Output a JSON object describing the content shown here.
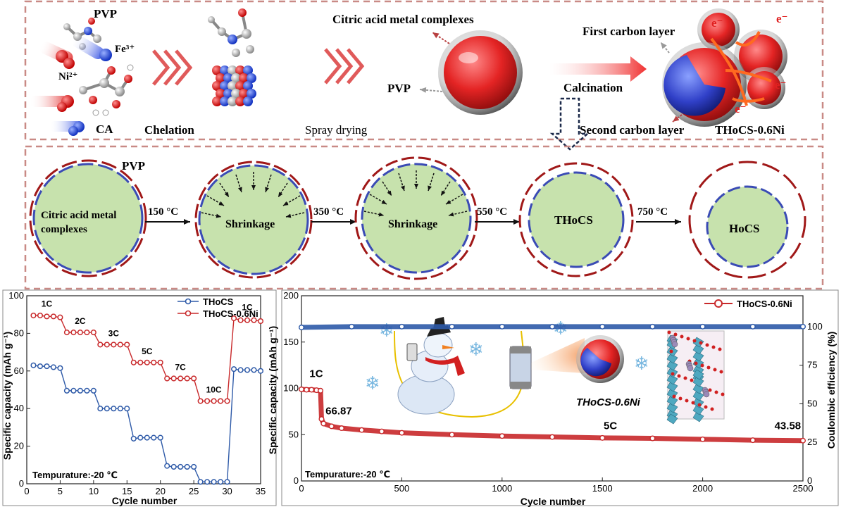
{
  "colors": {
    "panel_border": "#c98a86",
    "sphere_fill": "#c7e2ad",
    "pvp_red": "#a01818",
    "inner_blue": "#3a4bb5",
    "thocs_blue": "#2e5aa8",
    "ni_red": "#c8282a",
    "arrow_red": "#e04c44"
  },
  "synthesis": {
    "pvp_label": "PVP",
    "fe_label": "Fe³⁺",
    "ni_label": "Ni²⁺",
    "ca_label": "CA",
    "chelation_label": "Chelation",
    "citric_complex_label": "Citric acid metal complexes",
    "pvp_arrow_label": "PVP",
    "spray_drying_label": "Spray drying",
    "calcination_label": "Calcination",
    "first_carbon_label": "First carbon layer",
    "second_carbon_label": "Second carbon layer",
    "product_label": "THoCS-0.6Ni",
    "electron_label": "e⁻"
  },
  "evolution": {
    "pvp_label": "PVP",
    "stage1_label_line1": "Citric acid metal",
    "stage1_label_line2": "complexes",
    "temp1": "150 °C",
    "stage2_label": "Shrinkage",
    "temp2": "350 °C",
    "stage3_label": "Shrinkage",
    "temp3": "550 °C",
    "stage4_label": "THoCS",
    "temp4": "750 °C",
    "stage5_label": "HoCS"
  },
  "chart_data": [
    {
      "type": "line",
      "title": "",
      "xlabel": "Cycle number",
      "ylabel": "Specific capacity (mAh g⁻¹)",
      "xlim": [
        0,
        35
      ],
      "ylim": [
        0,
        100
      ],
      "xticks": [
        0,
        5,
        10,
        15,
        20,
        25,
        30,
        35
      ],
      "yticks": [
        0,
        20,
        40,
        60,
        80,
        100
      ],
      "legend_position": "top-right",
      "x": [
        1,
        2,
        3,
        4,
        5,
        6,
        7,
        8,
        9,
        10,
        11,
        12,
        13,
        14,
        15,
        16,
        17,
        18,
        19,
        20,
        21,
        22,
        23,
        24,
        25,
        26,
        27,
        28,
        29,
        30,
        31,
        32,
        33,
        34,
        35
      ],
      "series": [
        {
          "name": "THoCS",
          "color": "#2e5aa8",
          "values": [
            63,
            62.5,
            62.5,
            62,
            61.5,
            49.5,
            49.5,
            49.5,
            49.5,
            49.5,
            40,
            40,
            40,
            40,
            40,
            24,
            24.5,
            24.5,
            24.5,
            24.5,
            9.5,
            9,
            9,
            9,
            9,
            1,
            1,
            1,
            1,
            1,
            61,
            60.5,
            60.5,
            60.5,
            60
          ]
        },
        {
          "name": "THoCS-0.6Ni",
          "color": "#c8282a",
          "values": [
            89.5,
            89.5,
            89,
            89,
            88.5,
            80.5,
            80.5,
            80.5,
            80.5,
            80.5,
            74,
            74,
            74,
            74,
            74,
            64.5,
            64.5,
            64.5,
            64.5,
            64.5,
            56,
            56,
            56,
            56,
            56,
            44,
            44,
            44,
            44,
            44,
            88,
            87,
            87,
            87,
            86.5
          ]
        }
      ],
      "rate_labels": [
        "1C",
        "2C",
        "3C",
        "5C",
        "7C",
        "10C",
        "1C"
      ],
      "annotation": "Tempurature:-20 ℃"
    },
    {
      "type": "scatter",
      "title": "",
      "xlabel": "Cycle number",
      "ylabel": "Specific capacity (mAh g⁻¹)",
      "y2label": "Coulombic efficiency (%)",
      "xlim": [
        0,
        2500
      ],
      "ylim": [
        0,
        200
      ],
      "y2lim": [
        0,
        120
      ],
      "xticks": [
        0,
        500,
        1000,
        1500,
        2000,
        2500
      ],
      "yticks": [
        0,
        50,
        100,
        150,
        200
      ],
      "y2ticks": [
        0,
        25,
        50,
        75,
        100
      ],
      "legend_position": "top-right",
      "series": [
        {
          "name": "THoCS-0.6Ni",
          "color": "#c8282a",
          "axis": "left",
          "x": [
            0,
            25,
            50,
            75,
            95,
            100,
            110,
            150,
            200,
            300,
            400,
            500,
            750,
            1000,
            1250,
            1500,
            1750,
            2000,
            2250,
            2500
          ],
          "values": [
            99,
            98.5,
            98.5,
            98,
            97.5,
            66.87,
            62,
            59,
            57,
            55,
            53.5,
            52,
            50,
            48.5,
            47.5,
            46.5,
            46,
            45,
            44,
            43.58
          ]
        },
        {
          "name": "Coulombic efficiency",
          "color": "#2e5aa8",
          "axis": "right",
          "x": [
            0,
            250,
            500,
            750,
            1000,
            1250,
            1500,
            1750,
            2000,
            2250,
            2500
          ],
          "values": [
            99.5,
            100,
            100,
            100,
            100,
            100,
            100,
            100,
            100,
            100,
            100
          ]
        }
      ],
      "annotations": [
        "1C",
        "66.87",
        "5C",
        "43.58",
        "THoCS-0.6Ni"
      ],
      "annotation": "Tempurature:-20 ℃"
    }
  ]
}
